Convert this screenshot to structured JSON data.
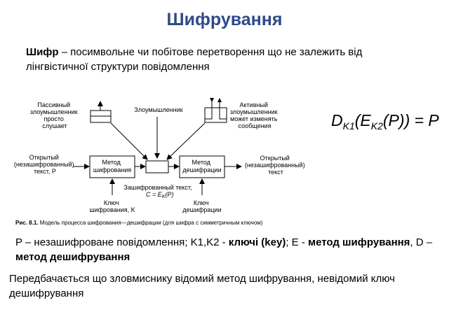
{
  "title": "Шифрування",
  "definition": {
    "term": "Шифр",
    "text": " – посимвольне чи побітове перетворення що не залежить від лінгвістичної структури повідомлення"
  },
  "diagram": {
    "passive": [
      "Пассивный",
      "злоумышленник",
      "просто",
      "слушает"
    ],
    "attacker": "Злоумышленник",
    "active": [
      "Активный",
      "злоумышленник",
      "может изменять",
      "сообщения"
    ],
    "plaintext_in": [
      "Открытый",
      "(незашифрованный)",
      "текст, P"
    ],
    "enc_method": [
      "Метод",
      "шифрования"
    ],
    "dec_method": [
      "Метод",
      "дешифрации"
    ],
    "plaintext_out": [
      "Открытый",
      "(незашифрованный)",
      "текст"
    ],
    "ciphertext": [
      "Зашифрованный текст,",
      "C = E"
    ],
    "ciphertext_sub": "K",
    "ciphertext_tail": "(P)",
    "enc_key": [
      "Ключ",
      "шифрования, K"
    ],
    "dec_key": [
      "Ключ",
      "дешифрации"
    ],
    "caption_bold": "Рис. 8.1.",
    "caption_text": " Модель процесса шифрования—дешифрации (для шифра с симметричным ключом)"
  },
  "formula": {
    "d": "D",
    "k1": "K1",
    "open1": "(",
    "e": "E",
    "k2": "K2",
    "inner": "(P)",
    "close": ") = P"
  },
  "legend": {
    "p1": "P – незашифроване повідомлення; K1,K2 - ",
    "b1": "ключі (key)",
    "p2": "; E - ",
    "b2": "метод шифрування",
    "p3": ", D – ",
    "b3": "метод дешифрування"
  },
  "note": "Передбачається що зловмиснику відомий метод шифрування, невідомий ключ дешифрування"
}
